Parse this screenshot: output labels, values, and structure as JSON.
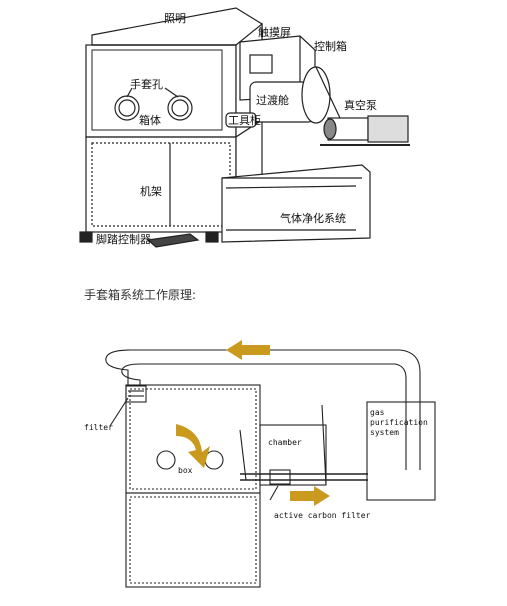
{
  "diagram1": {
    "labels": {
      "lighting": "照明",
      "touchscreen": "触摸屏",
      "control_box": "控制箱",
      "glove_port": "手套孔",
      "box_body": "箱体",
      "transfer_chamber": "过渡舱",
      "vacuum_pump": "真空泵",
      "tool_holder": "工具柜",
      "frame": "机架",
      "gas_purification": "气体净化系统",
      "foot_switch": "脚踏控制器"
    }
  },
  "caption": "手套箱系统工作原理:",
  "diagram2": {
    "labels": {
      "filter": "filter",
      "box": "box",
      "chamber": "chamber",
      "gas_purification": "gas\npurification\nsystem",
      "active_carbon_filter": "active carbon filter"
    }
  },
  "colors": {
    "line": "#222222",
    "arrow": "#c99a1e",
    "watermark": "#d4dbe6"
  }
}
